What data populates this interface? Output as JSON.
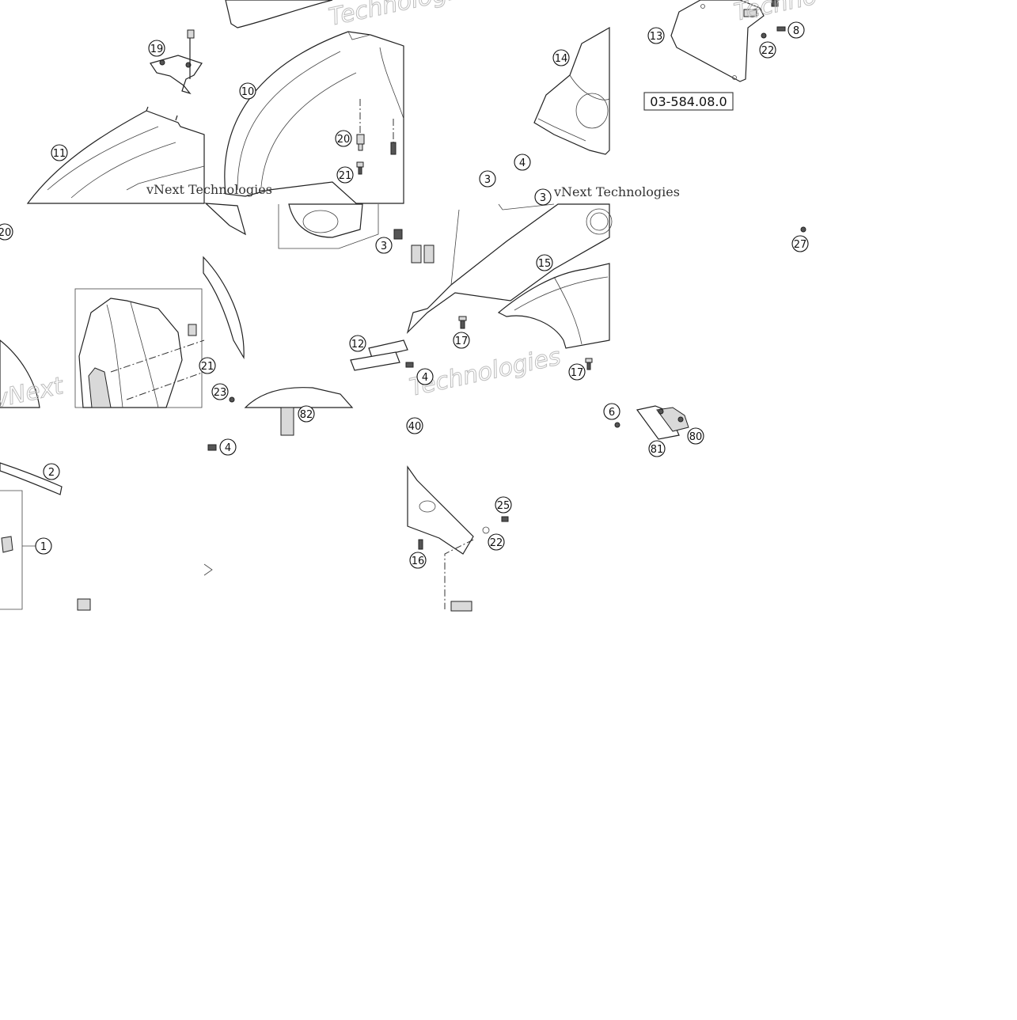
{
  "diagram": {
    "part_number": "03-584.08.0",
    "watermarks": [
      "Technologies",
      "vNext",
      "vNext Technologies",
      "Techno",
      "Techn"
    ],
    "callouts": [
      "1",
      "2",
      "3",
      "4",
      "6",
      "8",
      "10",
      "11",
      "12",
      "13",
      "14",
      "15",
      "16",
      "17",
      "19",
      "20",
      "21",
      "22",
      "23",
      "25",
      "27",
      "40",
      "80",
      "81",
      "82"
    ]
  }
}
